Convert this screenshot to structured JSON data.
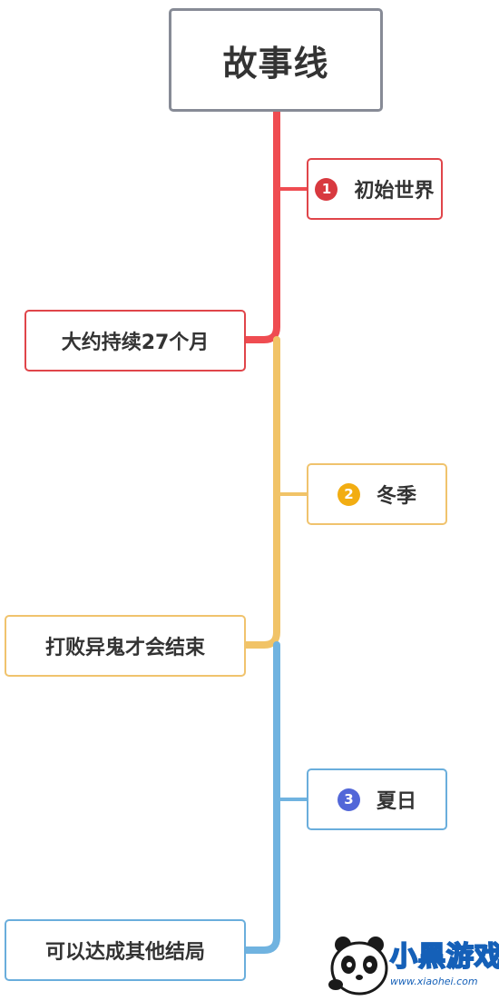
{
  "root": {
    "label": "故事线"
  },
  "nodes": [
    {
      "num": "1",
      "label": "初始世界",
      "side": "right",
      "color": "#e0454a"
    },
    {
      "num": "",
      "label": "大约持续27个月",
      "side": "left",
      "color": "#e0454a"
    },
    {
      "num": "2",
      "label": "冬季",
      "side": "right",
      "color": "#f0c36d"
    },
    {
      "num": "",
      "label": "打败异鬼才会结束",
      "side": "left",
      "color": "#f0c36d"
    },
    {
      "num": "3",
      "label": "夏日",
      "side": "right",
      "color": "#6aaedc"
    },
    {
      "num": "",
      "label": "可以达成其他结局",
      "side": "left",
      "color": "#6aaedc"
    }
  ],
  "badges": {
    "red": "#d8393f",
    "yellow": "#f2ad12",
    "blue": "#5267d8"
  },
  "watermark": {
    "logo_text": "小黑游戏",
    "url": "www.xiaohei.com"
  }
}
